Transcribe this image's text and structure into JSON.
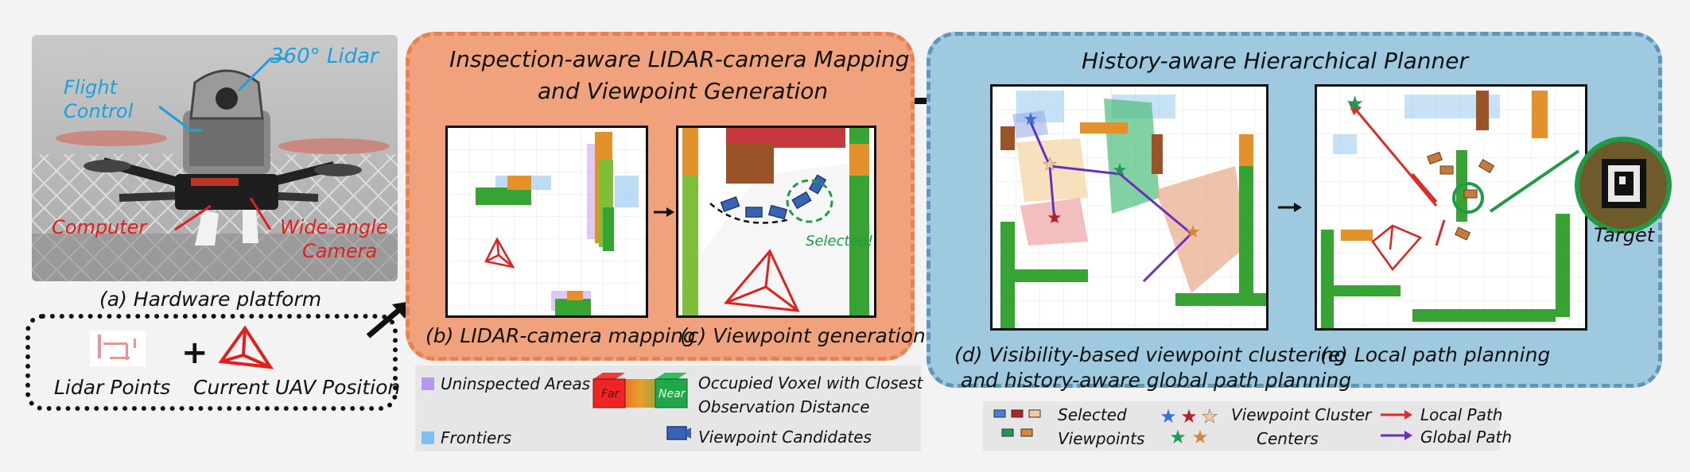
{
  "hardware": {
    "caption": "(a) Hardware platform",
    "callouts": {
      "lidar": "360° Lidar",
      "flight_control_1": "Flight",
      "flight_control_2": "Control",
      "computer": "Computer",
      "camera_1": "Wide-angle",
      "camera_2": "Camera"
    }
  },
  "inputs": {
    "lidar_points": "Lidar Points",
    "plus": "+",
    "uav_position": "Current UAV Position"
  },
  "mapping_panel": {
    "title_line1": "Inspection-aware LIDAR-camera Mapping",
    "title_line2": "and Viewpoint Generation",
    "caption_b": "(b) LIDAR-camera mapping",
    "caption_c": "(c) Viewpoint generation",
    "selected_tag": "Selected!"
  },
  "planner_panel": {
    "title": "History-aware Hierarchical Planner",
    "caption_d_line1": "(d) Visibility-based viewpoint clustering",
    "caption_d_line2": "and history-aware global path planning",
    "caption_e": "(e) Local path planning"
  },
  "target": {
    "label": "Target"
  },
  "legend_left": {
    "uninspected": "Uninspected Areas",
    "frontiers": "Frontiers",
    "far": "Far",
    "near": "Near",
    "occupied_line1": "Occupied Voxel with Closest",
    "occupied_line2": "Observation Distance",
    "viewpoint_candidates": "Viewpoint Candidates"
  },
  "legend_right": {
    "selected_line1": "Selected",
    "selected_line2": "Viewpoints",
    "cluster_line1": "Viewpoint Cluster",
    "cluster_line2": "Centers",
    "local_path": "Local Path",
    "global_path": "Global Path"
  },
  "colors": {
    "orange_panel": "#efa27c",
    "blue_panel": "#9ec9de",
    "callout_blue": "#1aa0e0",
    "callout_red": "#e0201c",
    "target_green": "#1f9a48",
    "local_path": "#e02a2a",
    "global_path": "#6a2fc0"
  }
}
